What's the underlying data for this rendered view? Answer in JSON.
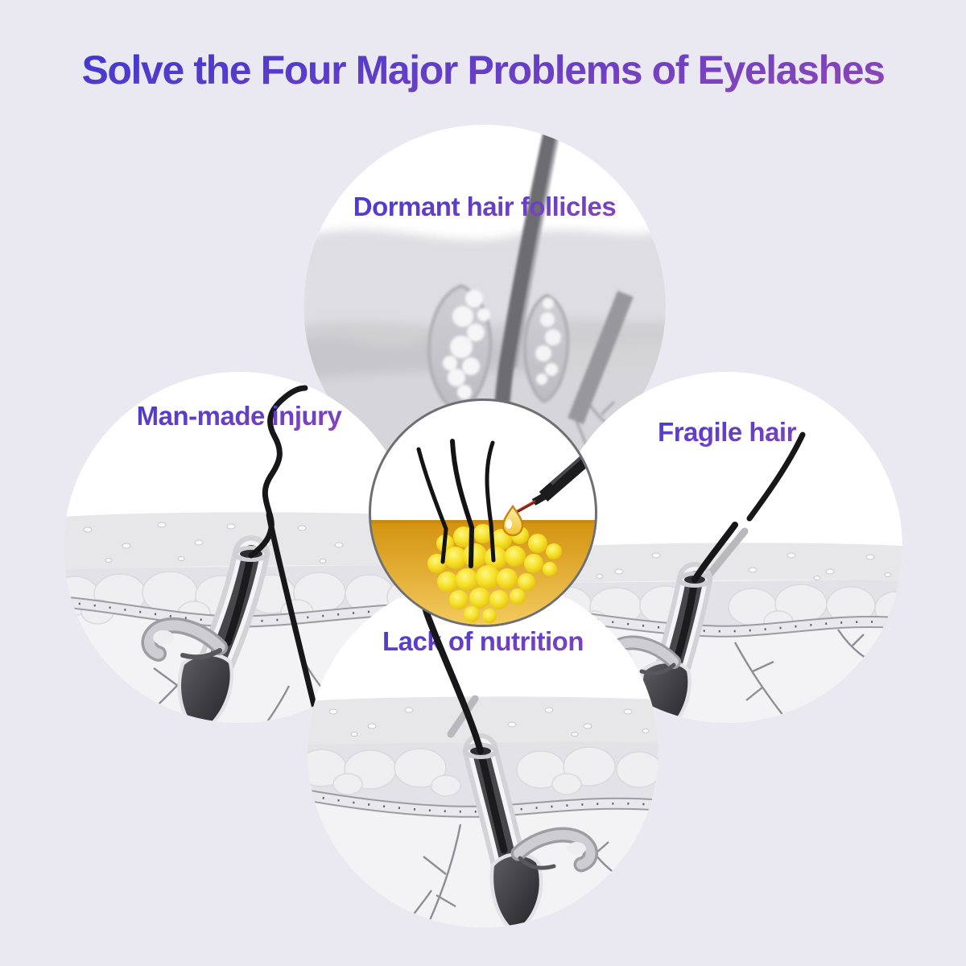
{
  "title": "Solve the Four Major Problems of Eyelashes",
  "problems": {
    "dormant": {
      "label": "Dormant hair follicles"
    },
    "injury": {
      "label": "Man-made injury"
    },
    "fragile": {
      "label": "Fragile hair"
    },
    "nutrition": {
      "label": "Lack of nutrition"
    }
  },
  "colors": {
    "background": "#eae9f2",
    "title_gradient_top": "#3e38d1",
    "title_gradient_bottom": "#9147b4",
    "serum_gold": "#dda11c",
    "nutrient_yellow": "#f2d816",
    "illustration_gray": "#d4d4d9"
  }
}
